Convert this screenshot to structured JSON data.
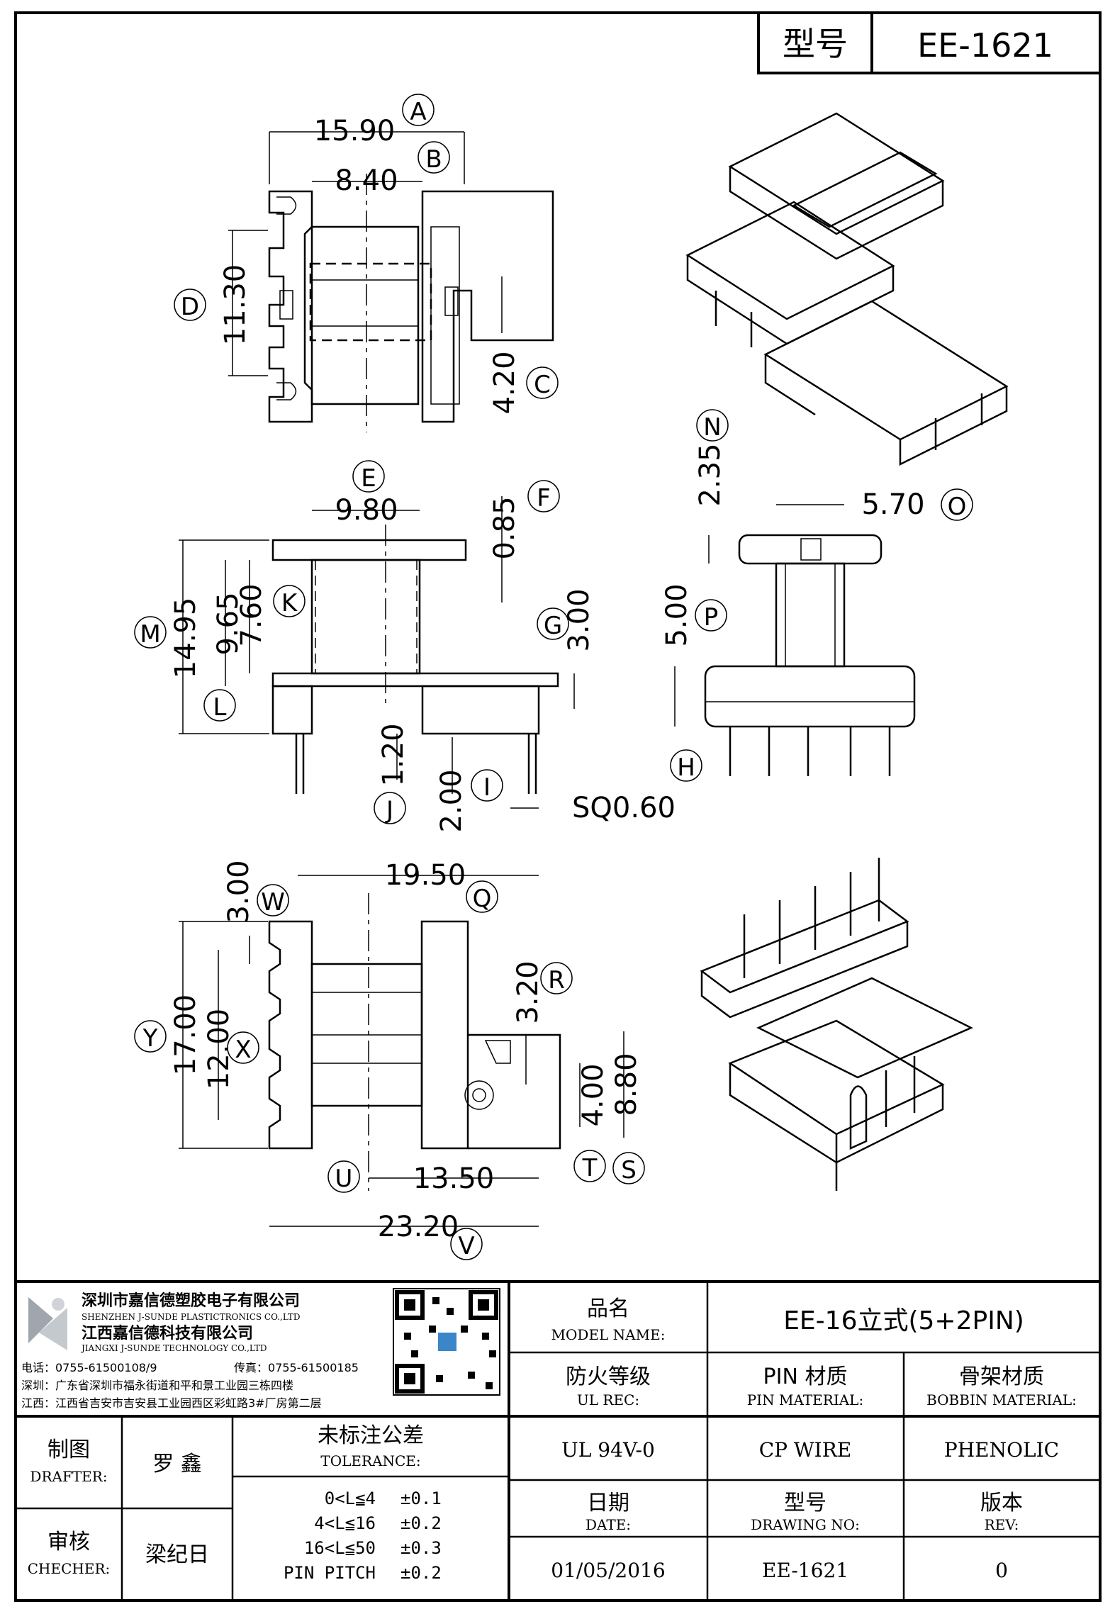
{
  "title_block_top": {
    "type_label": "型号",
    "type_value": "EE-1621"
  },
  "dimensions": {
    "A": "15.90",
    "B": "8.40",
    "C": "4.20",
    "D": "11.30",
    "E": "9.80",
    "F": "0.85",
    "G": "3.00",
    "H": "5.00",
    "I": "2.00",
    "J": "1.20",
    "K": "7.60",
    "L": "9.65",
    "M": "14.95",
    "N": "2.35",
    "O": "5.70",
    "Q": "19.50",
    "R": "3.20",
    "S": "8.80",
    "T": "4.00",
    "U": "13.50",
    "V": "23.20",
    "W": "3.00",
    "X": "12.00",
    "Y": "17.00",
    "sq": "SQ0.60"
  },
  "callouts": [
    "A",
    "B",
    "C",
    "D",
    "E",
    "F",
    "G",
    "H",
    "I",
    "J",
    "K",
    "L",
    "M",
    "N",
    "O",
    "P",
    "Q",
    "R",
    "S",
    "T",
    "U",
    "V",
    "W",
    "X",
    "Y"
  ],
  "company": {
    "name_cn": "深圳市嘉信德塑胶电子有限公司",
    "name_en": "SHENZHEN J-SUNDE PLASTICTRONICS CO.,LTD",
    "name2_cn": "江西嘉信德科技有限公司",
    "name2_en": "JIANGXI J-SUNDE TECHNOLOGY CO.,LTD",
    "phone": "电话：0755-61500108/9",
    "fax": "传真：0755-61500185",
    "addr_sz": "深圳：广东省深圳市福永街道和平和景工业园三栋四楼",
    "addr_jx": "江西：江西省吉安市吉安县工业园西区彩虹路3#厂房第二层"
  },
  "title_block": {
    "model_name_cn": "品名",
    "model_name_en": "MODEL NAME:",
    "model_name_value": "EE-16立式(5+2PIN)",
    "ul_rec_cn": "防火等级",
    "ul_rec_en": "UL REC:",
    "ul_rec_value": "UL 94V-0",
    "pin_mat_cn": "PIN 材质",
    "pin_mat_en": "PIN MATERIAL:",
    "pin_mat_value": "CP WIRE",
    "bobbin_mat_cn": "骨架材质",
    "bobbin_mat_en": "BOBBIN MATERIAL:",
    "bobbin_mat_value": "PHENOLIC",
    "date_cn": "日期",
    "date_en": "DATE:",
    "date_value": "01/05/2016",
    "drawing_no_cn": "型号",
    "drawing_no_en": "DRAWING NO:",
    "drawing_no_value": "EE-1621",
    "rev_cn": "版本",
    "rev_en": "REV:",
    "rev_value": "0",
    "drafter_cn": "制图",
    "drafter_en": "DRAFTER:",
    "drafter_value": "罗  鑫",
    "checker_cn": "审核",
    "checker_en": "CHECHER:",
    "checker_value": "梁纪日",
    "tolerance_cn": "未标注公差",
    "tolerance_en": "TOLERANCE:",
    "tolerances": [
      {
        "range": "0<L≦4",
        "value": "±0.1"
      },
      {
        "range": "4<L≦16",
        "value": "±0.2"
      },
      {
        "range": "16<L≦50",
        "value": "±0.3"
      },
      {
        "range": "PIN PITCH",
        "value": "±0.2"
      }
    ]
  }
}
